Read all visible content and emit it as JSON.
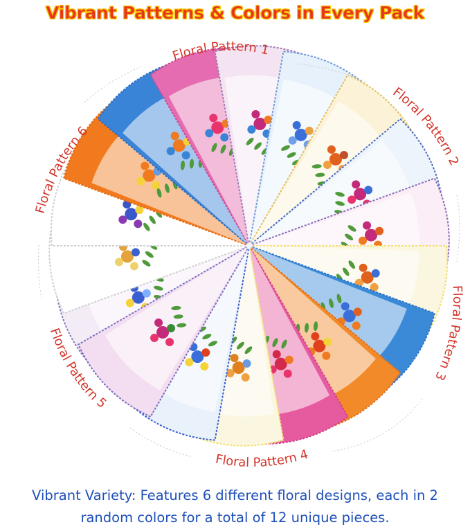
{
  "headline": "Vibrant Patterns & Colors in Every Pack",
  "labels": {
    "pattern1": "Floral Pattern 1",
    "pattern2": "Floral Pattern 2",
    "pattern3": "Floral Pattern 3",
    "pattern4": "Floral Pattern 4",
    "pattern5": "Floral Pattern 5",
    "pattern6": "Floral Pattern 6"
  },
  "caption": {
    "line1": "Vibrant Variety: Features 6 different floral designs, each in 2",
    "line2": "random colors for a total of 12 unique pieces."
  },
  "colors": {
    "headline": "#e8341c",
    "headline_outline": "#f4c400",
    "label": "#d2352a",
    "caption": "#1d4fb8"
  },
  "handkerchiefs": [
    {
      "border": "#f3ecf6",
      "edge": "#8a7ab8",
      "flowers": [
        "#3a5fd0",
        "#f4d23a",
        "#7fb0ff"
      ]
    },
    {
      "border": "#ffffff",
      "edge": "#cfcfcf",
      "flowers": [
        "#e3a23a",
        "#f0d06a",
        "#3a5fd0"
      ]
    },
    {
      "border": "#ffffff",
      "edge": "#cfcfcf",
      "flowers": [
        "#3a56c8",
        "#8a3ab0",
        "#f4d23a"
      ]
    },
    {
      "border": "#f27a1e",
      "edge": "#e46a10",
      "flowers": [
        "#f07a20",
        "#f4d23a",
        "#6a9ae0"
      ]
    },
    {
      "border": "#3a84d8",
      "edge": "#2a6cc0",
      "flowers": [
        "#f07a20",
        "#3a84d8",
        "#f4d23a"
      ]
    },
    {
      "border": "#e56cb0",
      "edge": "#c94c94",
      "flowers": [
        "#e8346c",
        "#3a84d8",
        "#f07a20"
      ]
    },
    {
      "border": "#f4e4f1",
      "edge": "#a07ab8",
      "flowers": [
        "#c42a7a",
        "#3a84d8",
        "#f07a20"
      ]
    },
    {
      "border": "#e7f1fb",
      "edge": "#6e9ad8",
      "flowers": [
        "#3a6ed8",
        "#6fa0e8",
        "#e8a040"
      ]
    },
    {
      "border": "#fbf2d8",
      "edge": "#e0c060",
      "flowers": [
        "#e0601e",
        "#f0a040",
        "#c0502a"
      ]
    },
    {
      "border": "#eef4fb",
      "edge": "#4a6cc0",
      "flowers": [
        "#c42a7a",
        "#e8346c",
        "#3a6ed8"
      ]
    },
    {
      "border": "#fbeef6",
      "edge": "#8a6ab8",
      "flowers": [
        "#c42a7a",
        "#f07a20",
        "#e0601e"
      ]
    },
    {
      "border": "#fbf6e0",
      "edge": "#f0e070",
      "flowers": [
        "#e0601e",
        "#f0a040",
        "#3a6ed8"
      ]
    },
    {
      "border": "#3a8ad8",
      "edge": "#2a72c8",
      "flowers": [
        "#3a6ed8",
        "#f07a20",
        "#e0601e"
      ]
    },
    {
      "border": "#f28a2a",
      "edge": "#e0701a",
      "flowers": [
        "#e0401e",
        "#f07a20",
        "#f4d23a"
      ]
    },
    {
      "border": "#e65aa0",
      "edge": "#d2408a",
      "flowers": [
        "#d22a4a",
        "#e8346c",
        "#f07a20"
      ]
    },
    {
      "border": "#fbf6e0",
      "edge": "#f0e070",
      "flowers": [
        "#e0801e",
        "#f0a040",
        "#6a9ae0"
      ]
    },
    {
      "border": "#e9f2fb",
      "edge": "#3a5fd0",
      "flowers": [
        "#3a6ed8",
        "#f4d23a",
        "#e0401e"
      ]
    },
    {
      "border": "#f3ddf0",
      "edge": "#7a6ac0",
      "flowers": [
        "#c42a7a",
        "#e8346c",
        "#3a8a3a"
      ]
    }
  ]
}
